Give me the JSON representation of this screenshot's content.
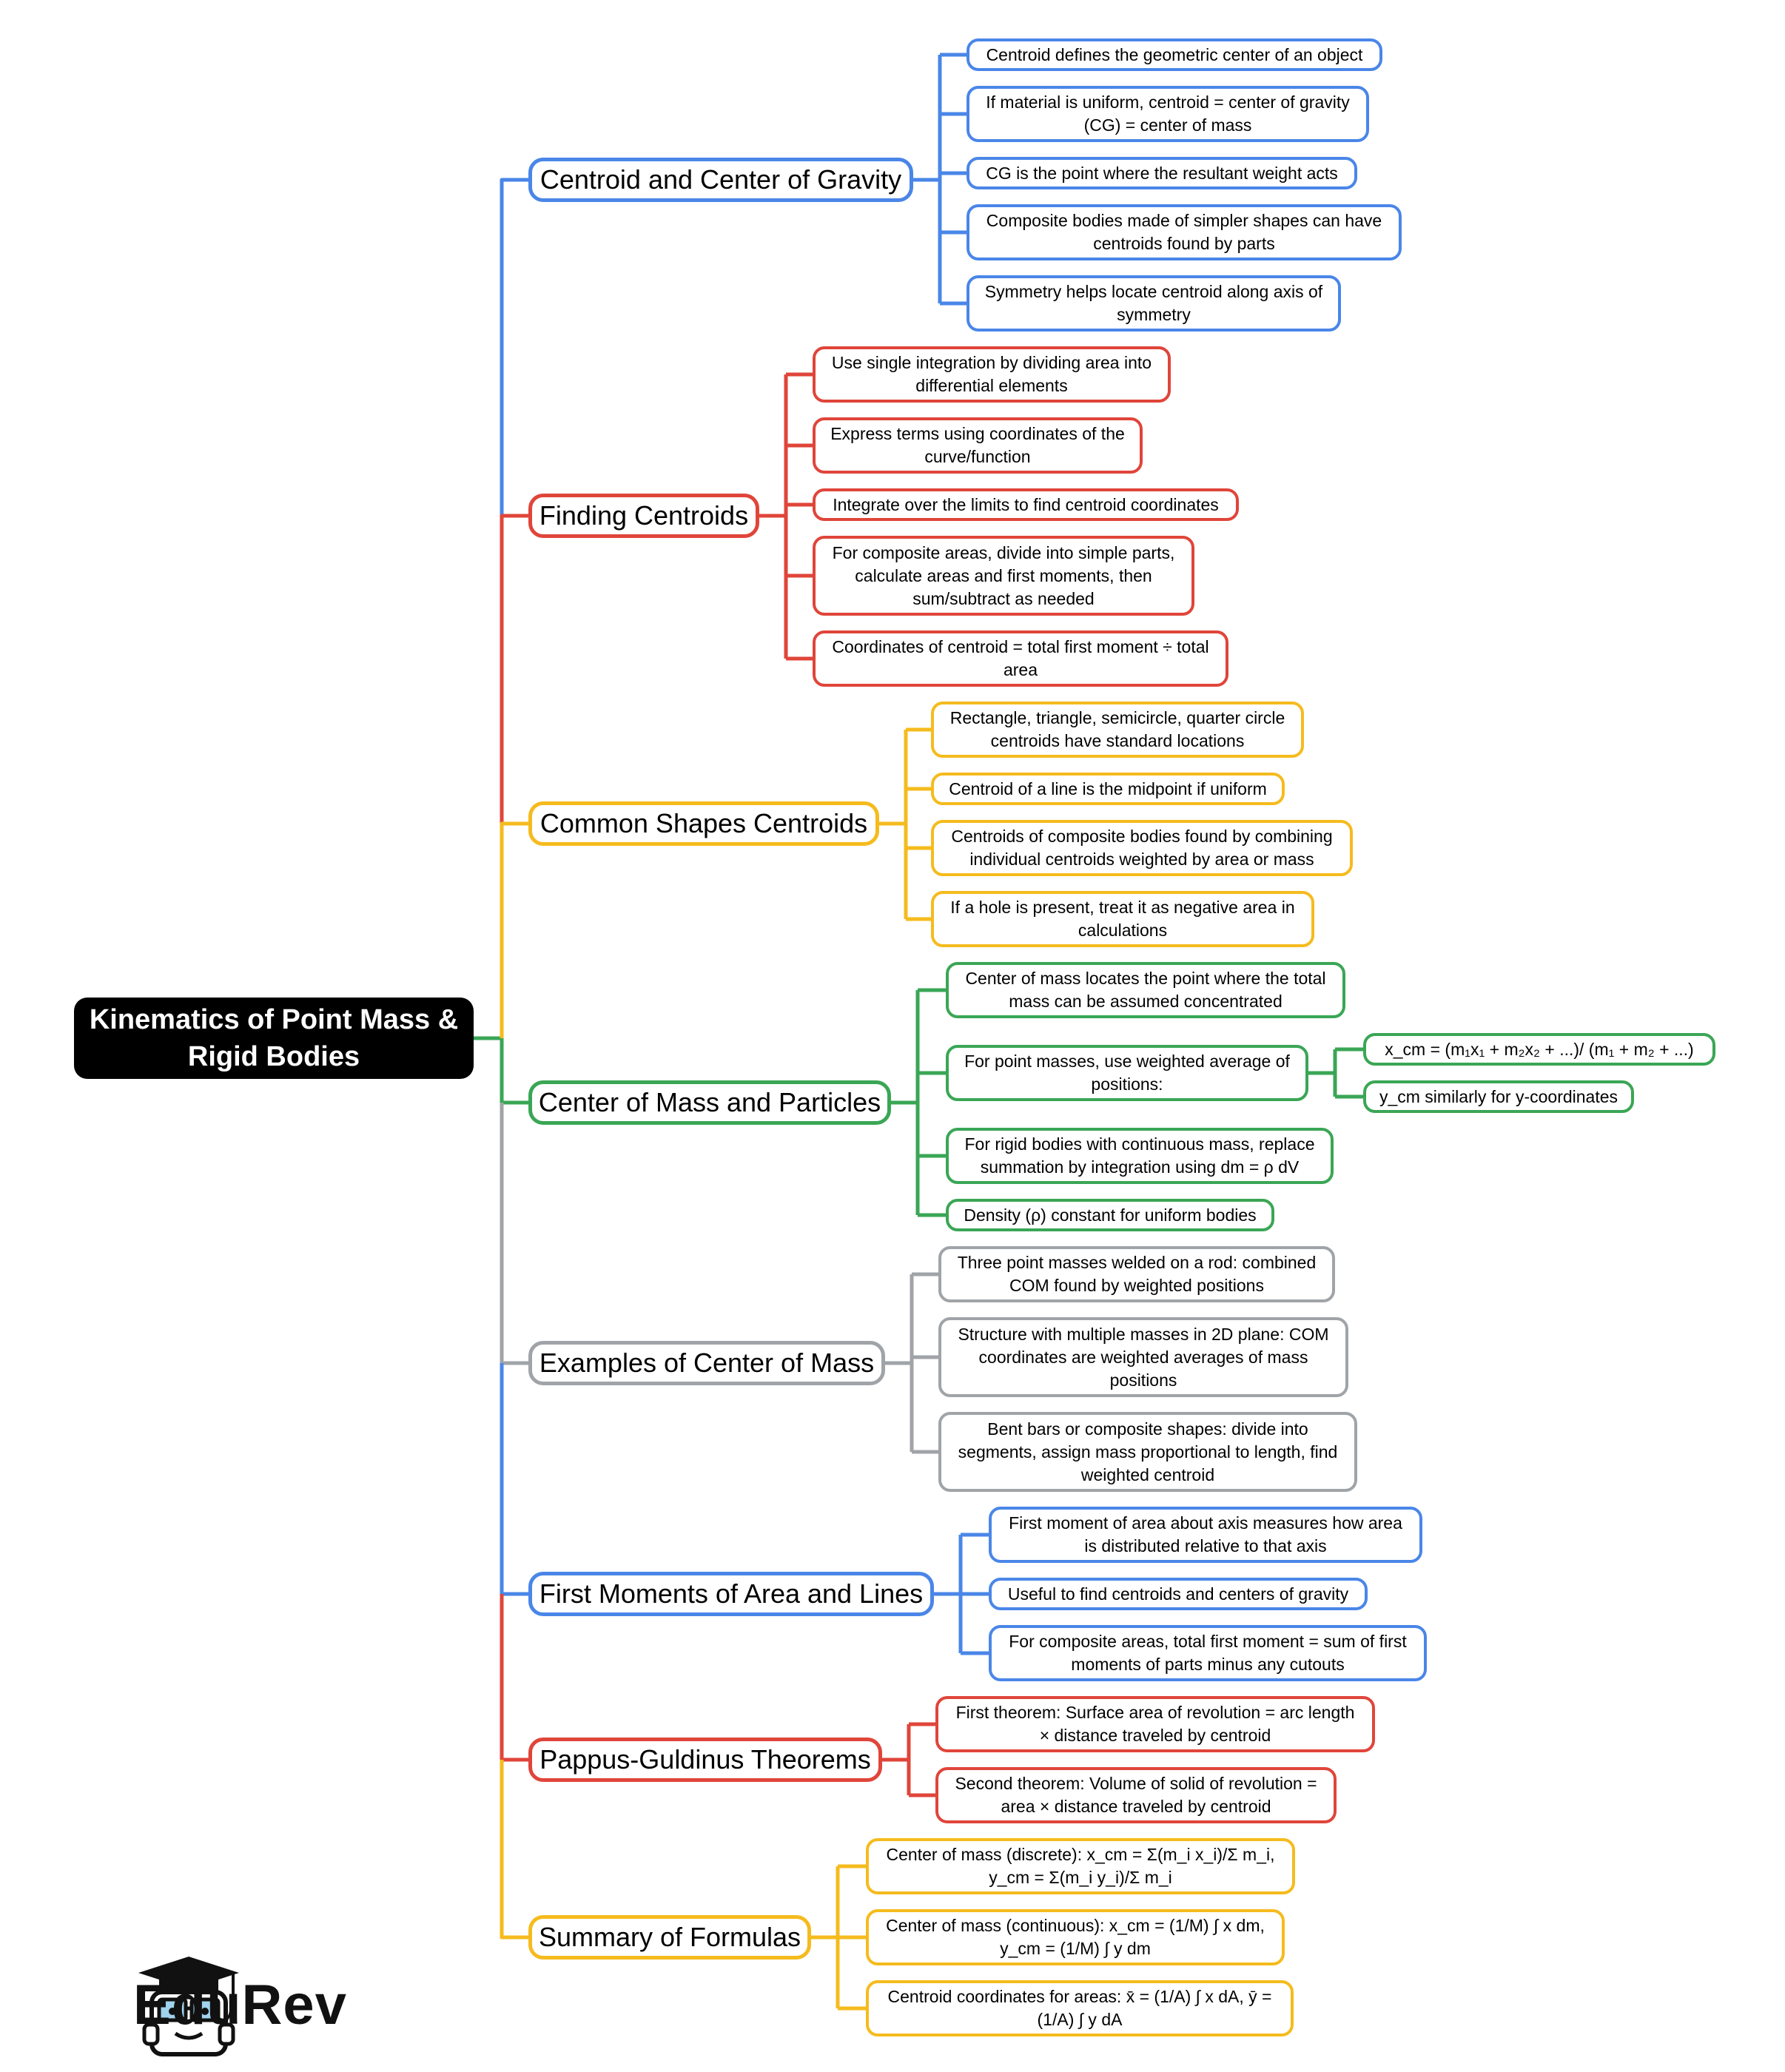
{
  "root": {
    "label": "Kinematics of Point Mass & Rigid Bodies"
  },
  "colors": {
    "blue": "#4a86e8",
    "red": "#e0453a",
    "yellow": "#f5bb1e",
    "green": "#3aa655",
    "gray": "#a0a4a8"
  },
  "branches": [
    {
      "label": "Centroid and Center of Gravity",
      "color": "blue",
      "items": [
        {
          "label": "Centroid defines the geometric center of an object"
        },
        {
          "label": "If material is uniform, centroid = center of gravity (CG) = center of mass"
        },
        {
          "label": "CG is the point where the resultant weight acts"
        },
        {
          "label": "Composite bodies made of simpler shapes can have centroids found by parts"
        },
        {
          "label": "Symmetry helps locate centroid along axis of symmetry"
        }
      ]
    },
    {
      "label": "Finding Centroids",
      "color": "red",
      "items": [
        {
          "label": "Use single integration by dividing area into differential elements"
        },
        {
          "label": "Express terms using coordinates of the curve/function"
        },
        {
          "label": "Integrate over the limits to find centroid coordinates"
        },
        {
          "label": "For composite areas, divide into simple parts, calculate areas and first moments, then sum/subtract as needed"
        },
        {
          "label": "Coordinates of centroid = total first moment ÷ total area"
        }
      ]
    },
    {
      "label": "Common Shapes Centroids",
      "color": "yellow",
      "items": [
        {
          "label": "Rectangle, triangle, semicircle, quarter circle centroids have standard locations"
        },
        {
          "label": "Centroid of a line is the midpoint if uniform"
        },
        {
          "label": "Centroids of composite bodies found by combining individual centroids weighted by area or mass"
        },
        {
          "label": "If a hole is present, treat it as negative area in calculations"
        }
      ]
    },
    {
      "label": "Center of Mass and Particles",
      "color": "green",
      "items": [
        {
          "label": "Center of mass locates the point where the total mass can be assumed concentrated"
        },
        {
          "label": "For point masses, use weighted average of positions:",
          "children": [
            {
              "label": "x_cm = (m₁x₁ + m₂x₂ + ...)/ (m₁ + m₂ + ...)"
            },
            {
              "label": "y_cm similarly for y-coordinates"
            }
          ]
        },
        {
          "label": "For rigid bodies with continuous mass, replace summation by integration using dm = ρ dV"
        },
        {
          "label": "Density (ρ) constant for uniform bodies"
        }
      ]
    },
    {
      "label": "Examples of Center of Mass",
      "color": "gray",
      "items": [
        {
          "label": "Three point masses welded on a rod: combined COM found by weighted positions"
        },
        {
          "label": "Structure with multiple masses in 2D plane: COM coordinates are weighted averages of mass positions"
        },
        {
          "label": "Bent bars or composite shapes: divide into segments, assign mass proportional to length, find weighted centroid"
        }
      ]
    },
    {
      "label": "First Moments of Area and Lines",
      "color": "blue",
      "items": [
        {
          "label": "First moment of area about axis measures how area is distributed relative to that axis"
        },
        {
          "label": "Useful to find centroids and centers of gravity"
        },
        {
          "label": "For composite areas, total first moment = sum of first moments of parts minus any cutouts"
        }
      ]
    },
    {
      "label": "Pappus-Guldinus Theorems",
      "color": "red",
      "items": [
        {
          "label": "First theorem: Surface area of revolution = arc length × distance traveled by centroid"
        },
        {
          "label": "Second theorem: Volume of solid of revolution = area × distance traveled by centroid"
        }
      ]
    },
    {
      "label": "Summary of Formulas",
      "color": "yellow",
      "items": [
        {
          "label": "Center of mass (discrete): x_cm = Σ(m_i x_i)/Σ m_i, y_cm = Σ(m_i y_i)/Σ m_i"
        },
        {
          "label": "Center of mass (continuous): x_cm = (1/M) ∫ x dm, y_cm = (1/M) ∫ y dm"
        },
        {
          "label": "Centroid coordinates for areas: x̄ = (1/A) ∫ x dA, ȳ = (1/A) ∫ y dA"
        }
      ]
    }
  ],
  "logo": {
    "text": "EduRev",
    "icon": "graduation-cap-mascot-icon"
  }
}
